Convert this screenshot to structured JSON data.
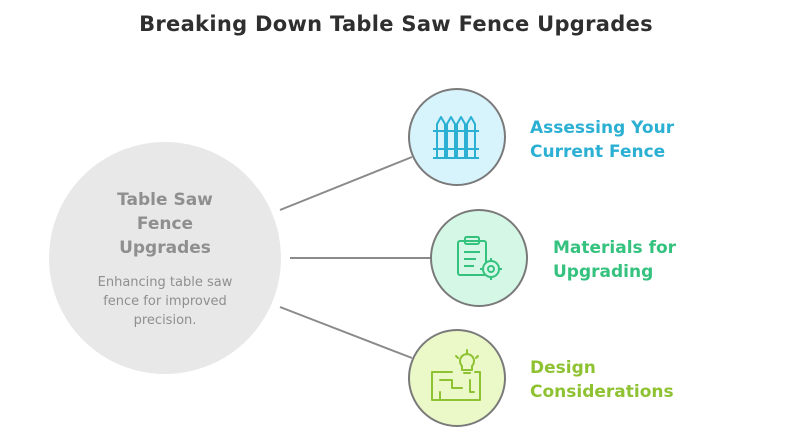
{
  "title": "Breaking Down Table Saw Fence Upgrades",
  "center": {
    "title": "Table Saw\nFence\nUpgrades",
    "description": "Enhancing table saw fence for improved precision."
  },
  "branches": [
    {
      "label": "Assessing Your\nCurrent Fence",
      "icon": "fence-icon",
      "color": "#2bb0d4",
      "fill": "#d7f3fb"
    },
    {
      "label": "Materials for\nUpgrading",
      "icon": "clipboard-gear-icon",
      "color": "#34c27e",
      "fill": "#d5f8e6"
    },
    {
      "label": "Design\nConsiderations",
      "icon": "blueprint-lightbulb-icon",
      "color": "#8fc232",
      "fill": "#eaf9c7"
    }
  ]
}
